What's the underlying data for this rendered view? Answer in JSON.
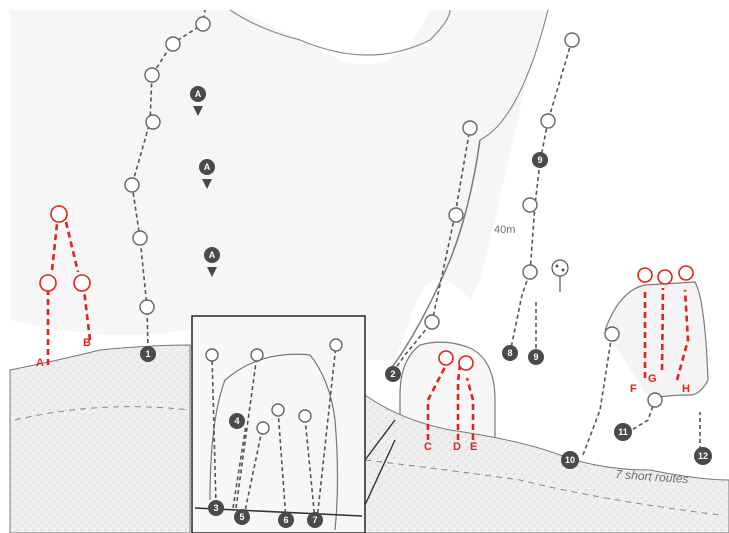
{
  "colors": {
    "background": "#ffffff",
    "rock_fill": "#f1f1f1",
    "ground_fill": "#e9e9e9",
    "route_dark": "#555555",
    "route_red": "#e0231c",
    "marker_fill": "#4a4a4a",
    "text_grey": "#6f6f6f"
  },
  "descent_markers": [
    {
      "label": "A",
      "icon": "arrow-down-icon"
    },
    {
      "label": "A",
      "icon": "arrow-down-icon"
    },
    {
      "label": "A",
      "icon": "arrow-down-icon"
    }
  ],
  "route_numbers": [
    "1",
    "2",
    "3",
    "4",
    "5",
    "6",
    "7",
    "8",
    "9",
    "9",
    "10",
    "11",
    "12"
  ],
  "new_route_labels": [
    "A",
    "B",
    "C",
    "D",
    "E",
    "F",
    "G",
    "H"
  ],
  "distance_label": "40m",
  "short_routes_label": "7 short routes"
}
